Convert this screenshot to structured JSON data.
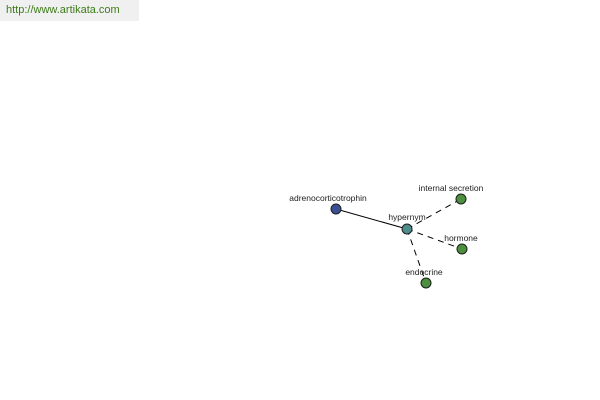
{
  "header": {
    "url": "http://www.artikata.com"
  },
  "colors": {
    "url_text": "#3d7b1a",
    "url_background": "#f0f0f0",
    "edge": "#000000",
    "node_source": "#3b4f95",
    "node_relation": "#4f8c8c",
    "node_target": "#4c8f3e",
    "node_stroke": "#1e1e1e"
  },
  "graph": {
    "source_node": {
      "label": "adrenocorticotrophin"
    },
    "relation_node": {
      "label": "hypernym"
    },
    "target_nodes": [
      {
        "label": "internal secretion"
      },
      {
        "label": "hormone"
      },
      {
        "label": "endocrine"
      }
    ]
  }
}
